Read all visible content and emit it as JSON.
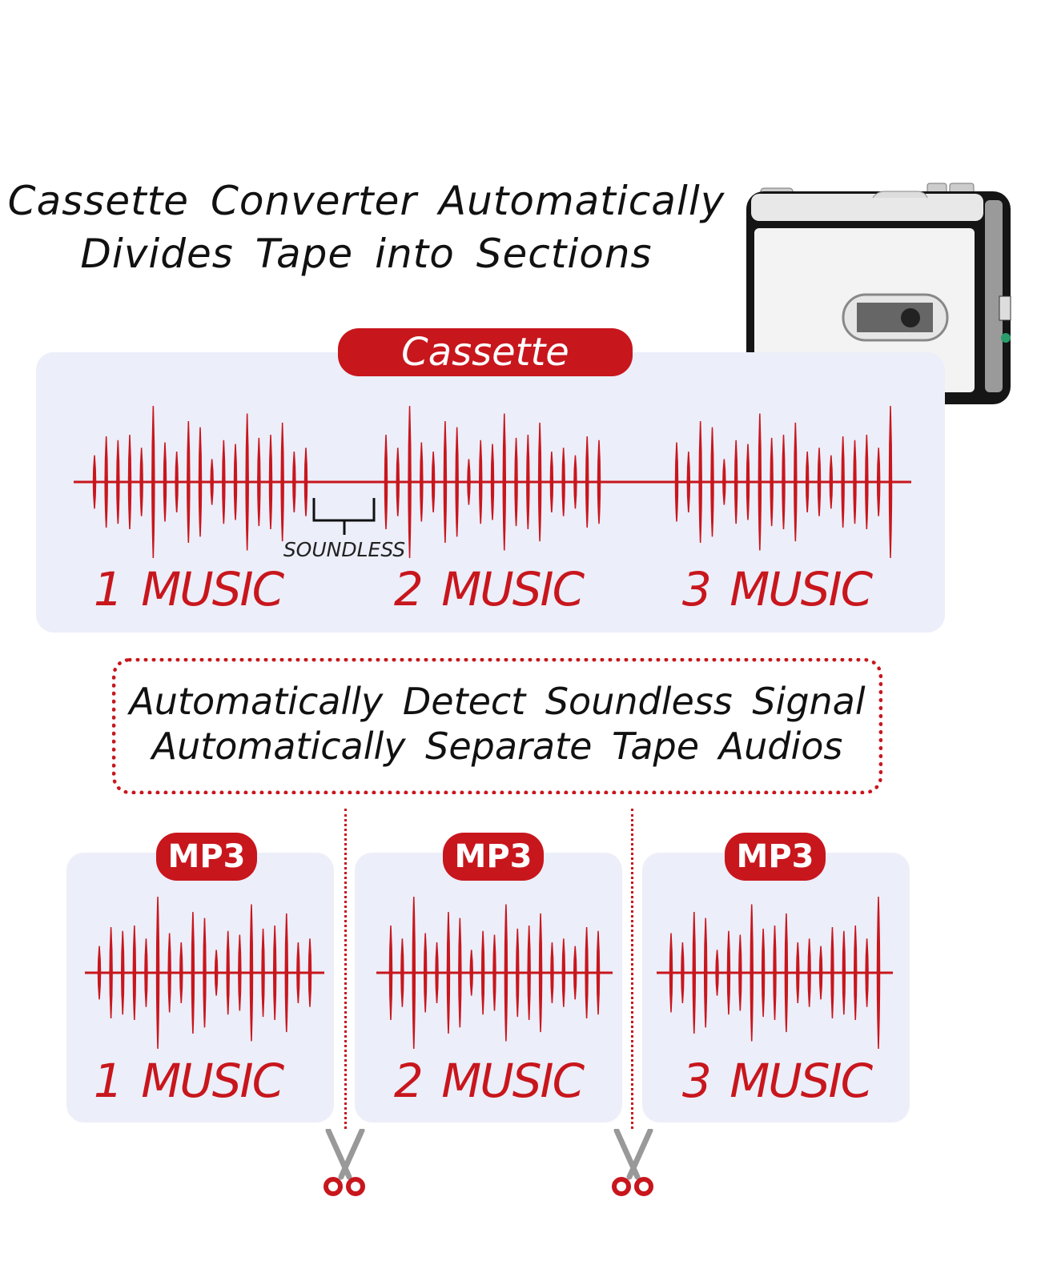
{
  "title": {
    "line1": "Cassette Converter Automatically",
    "line2": "Divides Tape into Sections"
  },
  "cassette_panel": {
    "badge": "Cassette",
    "soundless_label": "SOUNDLESS",
    "tracks": [
      "1 MUSIC",
      "2 MUSIC",
      "3 MUSIC"
    ]
  },
  "notice": {
    "line1": "Automatically Detect Soundless Signal",
    "line2": "Automatically Separate Tape Audios"
  },
  "output_cards": [
    {
      "badge": "MP3",
      "label": "1 MUSIC"
    },
    {
      "badge": "MP3",
      "label": "2 MUSIC"
    },
    {
      "badge": "MP3",
      "label": "3 MUSIC"
    }
  ],
  "colors": {
    "accent": "#c8161d",
    "panel": "#eceef9",
    "text": "#111111"
  },
  "icons": [
    "cassette-player-image",
    "scissors-icon"
  ]
}
